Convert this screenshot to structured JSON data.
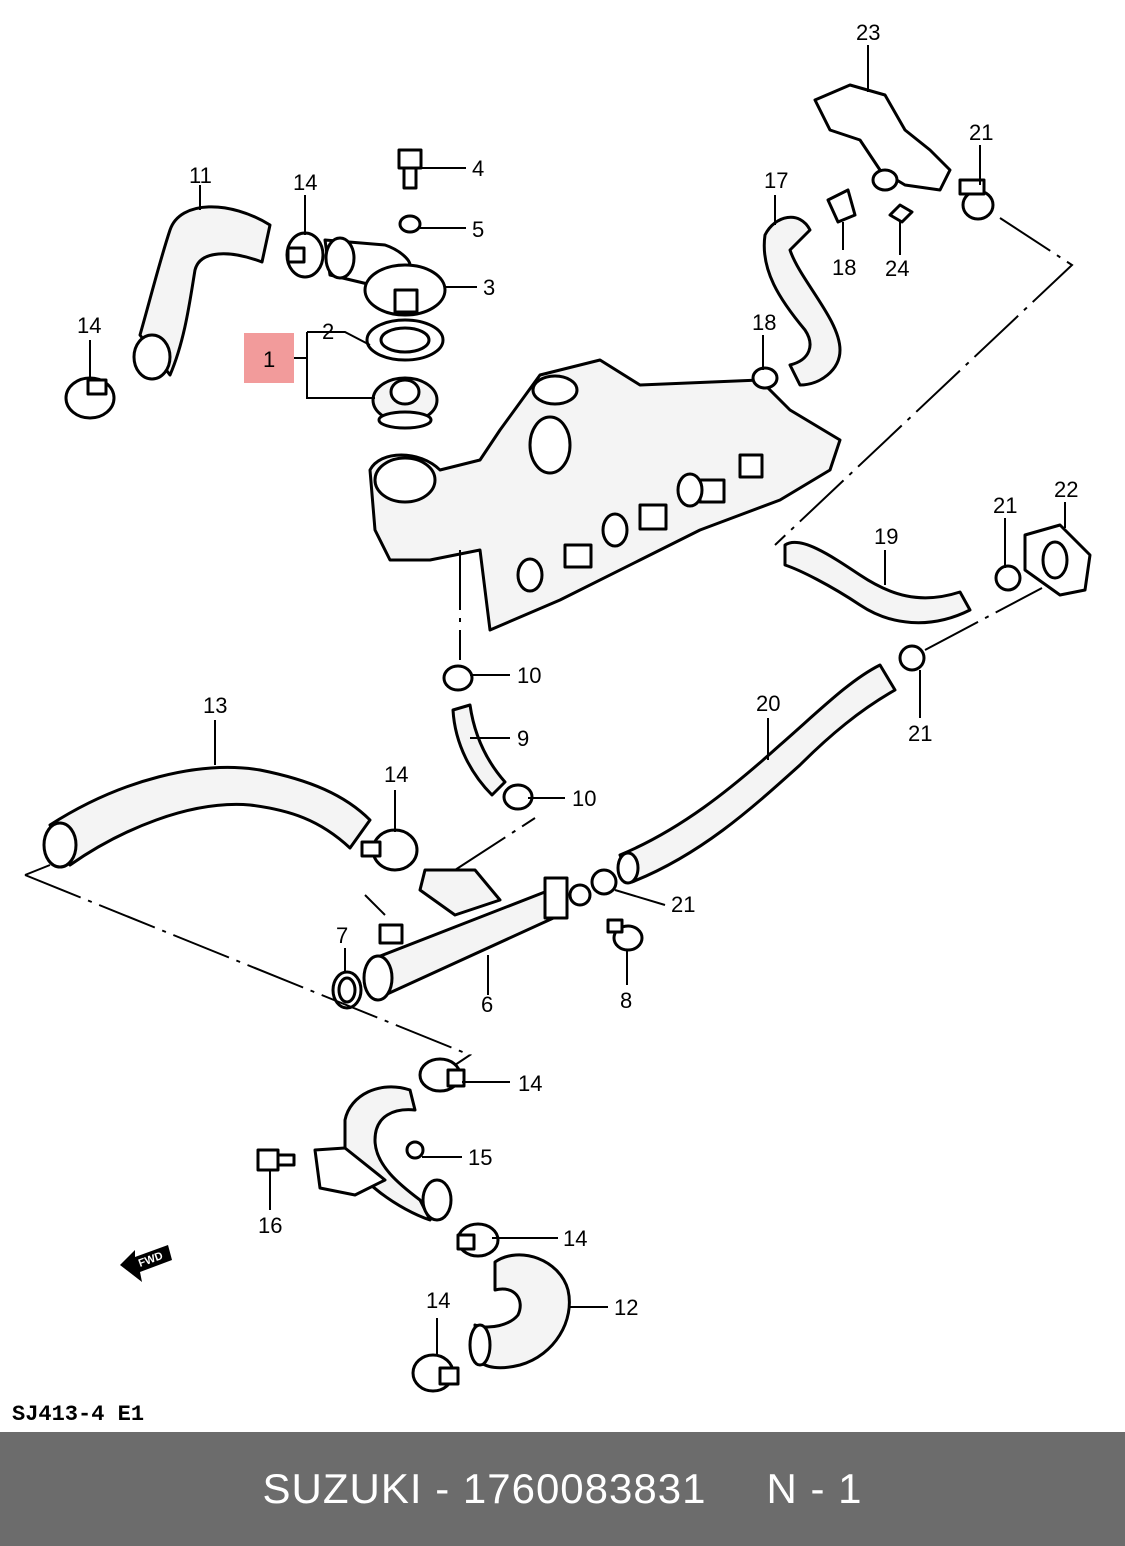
{
  "diagram": {
    "code": "SJ413-4  E1",
    "direction_label": "FWD",
    "callouts": {
      "c1": "1",
      "c2": "2",
      "c3": "3",
      "c4": "4",
      "c5": "5",
      "c6": "6",
      "c7": "7",
      "c8": "8",
      "c9": "9",
      "c10a": "10",
      "c10b": "10",
      "c11": "11",
      "c12": "12",
      "c13": "13",
      "c14a": "14",
      "c14b": "14",
      "c14c": "14",
      "c14d": "14",
      "c14e": "14",
      "c14f": "14",
      "c15": "15",
      "c16": "16",
      "c17": "17",
      "c18a": "18",
      "c18b": "18",
      "c19": "19",
      "c20": "20",
      "c21a": "21",
      "c21b": "21",
      "c21c": "21",
      "c21d": "21",
      "c22": "22",
      "c23": "23",
      "c24": "24"
    },
    "highlighted_part": "1",
    "highlight_color": "#f08a8a"
  },
  "footer": {
    "brand": "SUZUKI",
    "separator": "-",
    "part_number": "1760083831",
    "position_code": "N - 1",
    "background": "#6c6c6c"
  }
}
